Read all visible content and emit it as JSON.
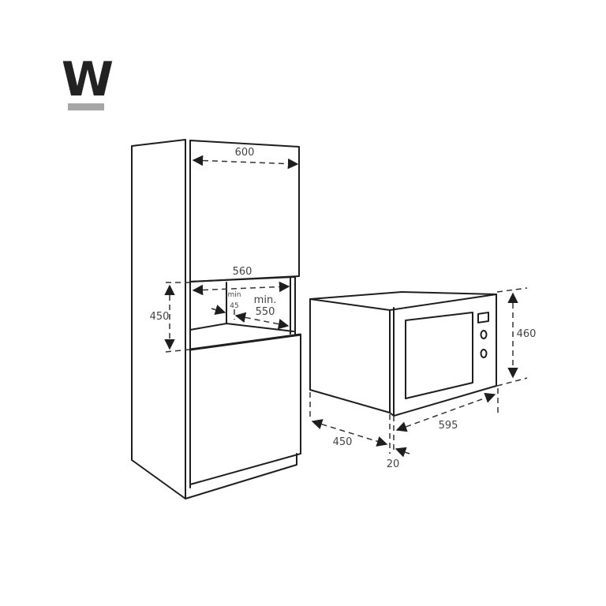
{
  "logo": {
    "letter": "W",
    "text_color": "#222222",
    "bar_color": "#a6a6a6"
  },
  "cabinet": {
    "dim_top_width": "600",
    "dim_niche_width": "560",
    "dim_niche_height": "450",
    "dim_min_depth_prefix": "min",
    "dim_min_depth_value": "45",
    "dim_min_inner_prefix": "min.",
    "dim_min_inner_value": "550"
  },
  "microwave": {
    "dim_height": "460",
    "dim_width": "595",
    "dim_depth": "450",
    "dim_frame": "20"
  }
}
